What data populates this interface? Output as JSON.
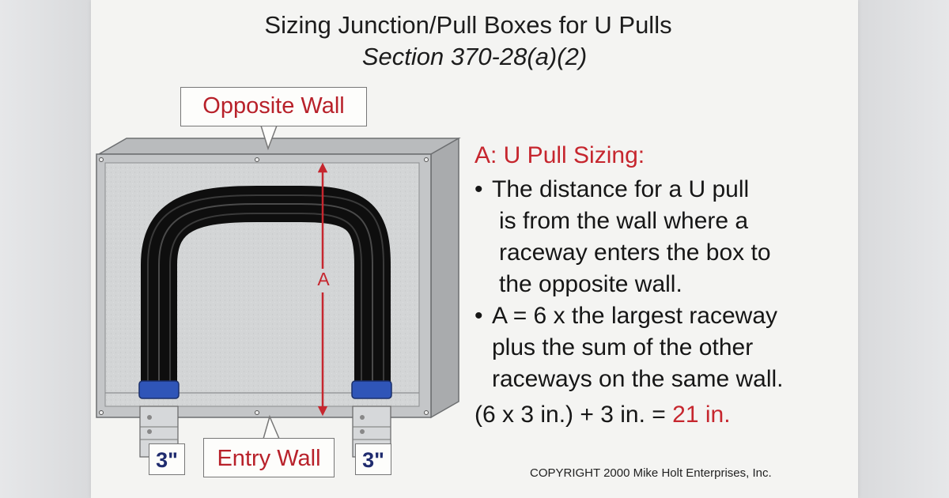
{
  "title": "Sizing Junction/Pull Boxes for U Pulls",
  "subtitle": "Section 370-28(a)(2)",
  "callouts": {
    "opposite_wall": "Opposite Wall",
    "entry_wall": "Entry Wall",
    "raceway_left": "3\"",
    "raceway_right": "3\""
  },
  "dimension_label": "A",
  "text_panel": {
    "heading": "A: U Pull Sizing:",
    "bullet_symbol": "•",
    "bullet_1": [
      "The distance for a U pull",
      "is from the wall where a",
      "raceway enters the box to",
      "the opposite wall."
    ],
    "bullet_2": [
      "A = 6 x the largest raceway",
      "plus the sum of the other",
      "raceways on the same wall."
    ],
    "formula": "(6 x 3 in.) + 3 in. =",
    "formula_result": "21 in."
  },
  "copyright": "COPYRIGHT 2000  Mike Holt Enterprises, Inc.",
  "colors": {
    "accent_red": "#c6262e",
    "conduit_blue": "#2f55b8",
    "box_gray": "#cfd1d3"
  }
}
